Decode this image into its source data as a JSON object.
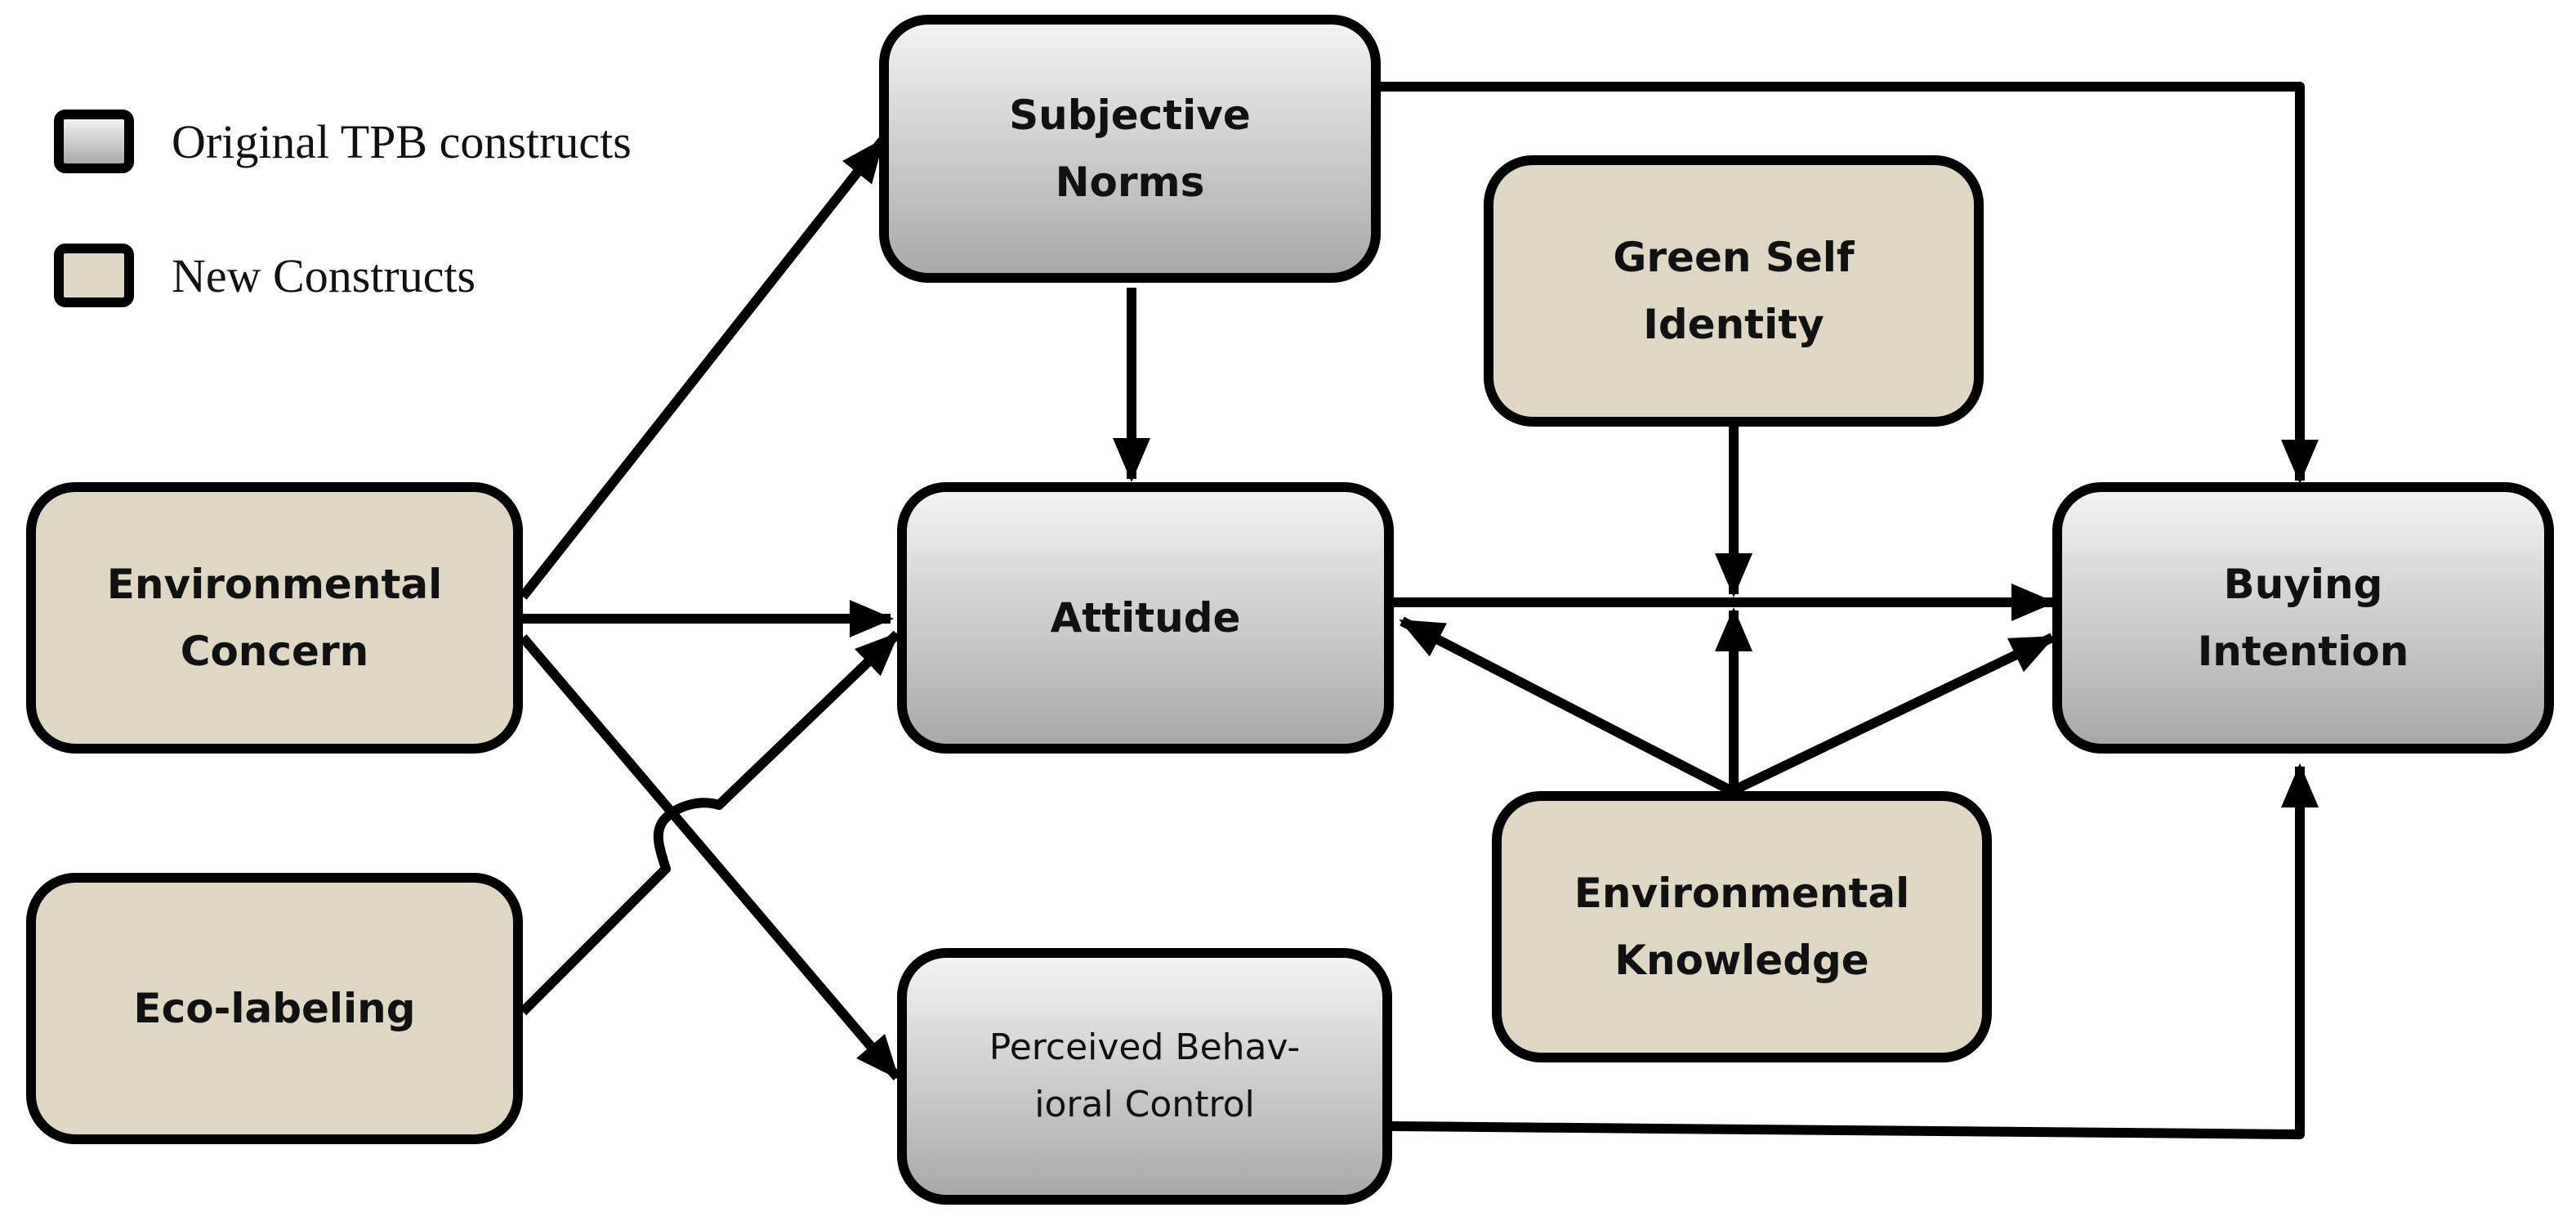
{
  "legend": {
    "items": [
      {
        "key": "tpb",
        "label": "Original TPB constructs"
      },
      {
        "key": "new",
        "label": "New Constructs"
      }
    ]
  },
  "nodes": {
    "subjective_norms": {
      "label": "Subjective\nNorms",
      "kind": "tpb"
    },
    "attitude": {
      "label": "Attitude",
      "kind": "tpb"
    },
    "perceived_behavioral_control": {
      "label": "Perceived Behav-\nioral Control",
      "kind": "tpb"
    },
    "buying_intention": {
      "label": "Buying\nIntention",
      "kind": "tpb"
    },
    "environmental_concern": {
      "label": "Environmental\nConcern",
      "kind": "new"
    },
    "eco_labeling": {
      "label": "Eco-labeling",
      "kind": "new"
    },
    "green_self_identity": {
      "label": "Green Self\nIdentity",
      "kind": "new"
    },
    "environmental_knowledge": {
      "label": "Environmental\nKnowledge",
      "kind": "new"
    }
  },
  "edges": [
    {
      "from": "environmental_concern",
      "to": "subjective_norms"
    },
    {
      "from": "environmental_concern",
      "to": "attitude"
    },
    {
      "from": "environmental_concern",
      "to": "perceived_behavioral_control"
    },
    {
      "from": "eco_labeling",
      "to": "attitude"
    },
    {
      "from": "subjective_norms",
      "to": "attitude"
    },
    {
      "from": "subjective_norms",
      "to": "buying_intention"
    },
    {
      "from": "attitude",
      "to": "buying_intention"
    },
    {
      "from": "perceived_behavioral_control",
      "to": "buying_intention"
    },
    {
      "from": "environmental_knowledge",
      "to": "attitude"
    },
    {
      "from": "environmental_knowledge",
      "to": "buying_intention"
    },
    {
      "from": "green_self_identity",
      "to": "attitude_buying_intention_path",
      "moderates": true
    },
    {
      "from": "environmental_knowledge",
      "to": "attitude_buying_intention_path",
      "moderates": true
    }
  ]
}
